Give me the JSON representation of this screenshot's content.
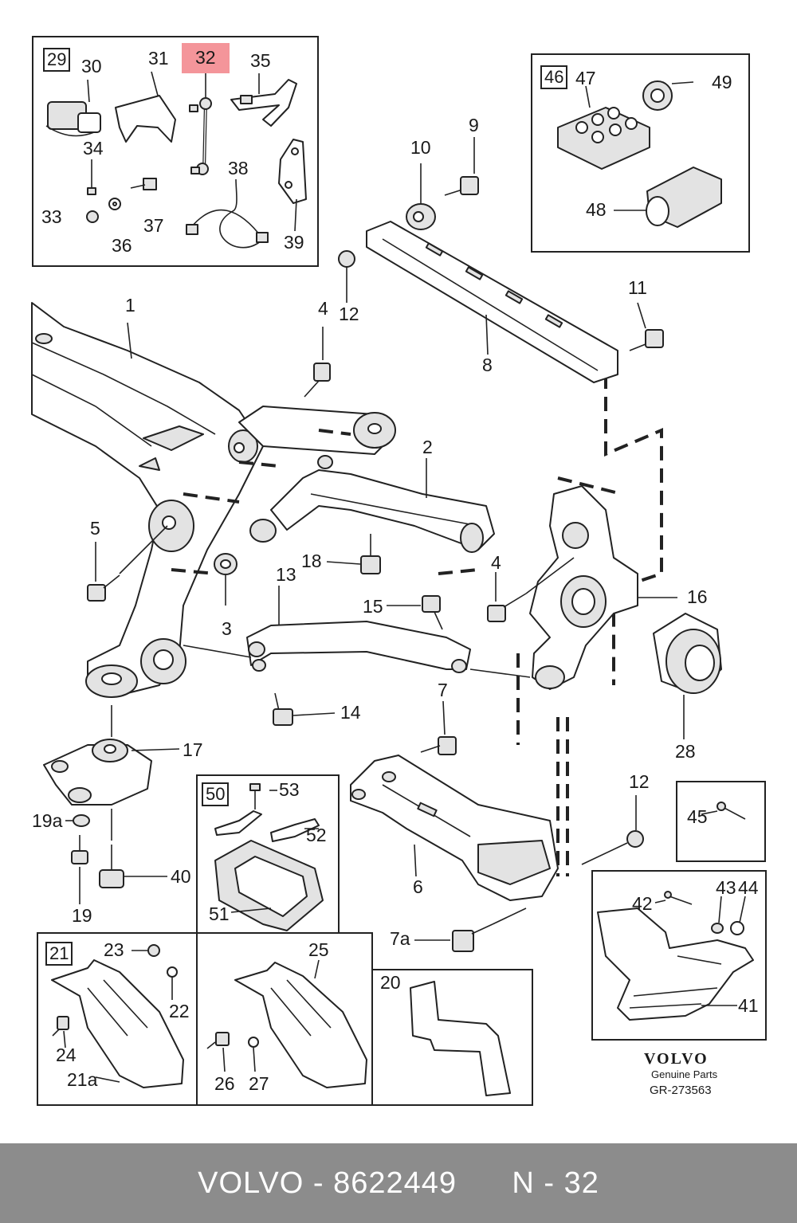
{
  "diagram": {
    "highlight_part": "32",
    "callouts": [
      "30",
      "31",
      "32",
      "35",
      "34",
      "33",
      "36",
      "37",
      "38",
      "39",
      "47",
      "49",
      "48",
      "10",
      "9",
      "12",
      "1",
      "11",
      "4",
      "8",
      "2",
      "5",
      "18",
      "4",
      "16",
      "13",
      "15",
      "3",
      "28",
      "17",
      "14",
      "7",
      "53",
      "12",
      "45",
      "19a",
      "52",
      "6",
      "40",
      "43",
      "44",
      "42",
      "19",
      "51",
      "7a",
      "23",
      "25",
      "22",
      "20",
      "24",
      "41",
      "21a",
      "26",
      "27"
    ],
    "group_boxes": [
      "29",
      "46",
      "50",
      "21"
    ],
    "brand": "VOLVO",
    "brand_sub": "Genuine Parts",
    "ref": "GR-273563"
  },
  "footer": {
    "make": "VOLVO",
    "sep": " - ",
    "part_number": "8622449",
    "gap": "      ",
    "position": "N - 32"
  }
}
